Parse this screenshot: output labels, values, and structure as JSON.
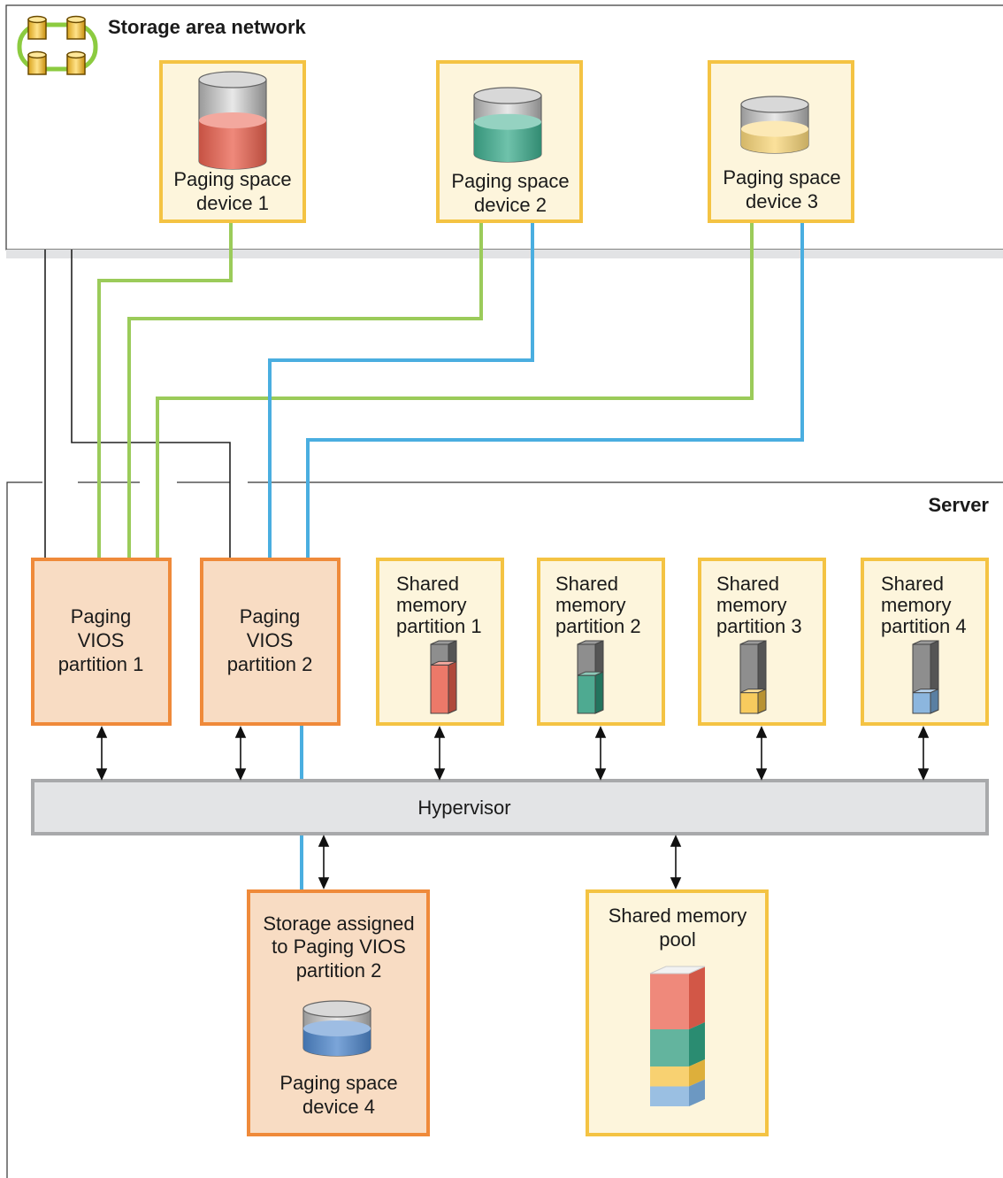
{
  "diagram": {
    "san": {
      "title": "Storage area network"
    },
    "server": {
      "title": "Server"
    },
    "paging_devices": [
      {
        "line1": "Paging space",
        "line2": "device 1",
        "fill_color": "#e9614f",
        "fill_level": 0.5
      },
      {
        "line1": "Paging space",
        "line2": "device 2",
        "fill_color": "#3fae8f",
        "fill_level": 0.55
      },
      {
        "line1": "Paging space",
        "line2": "device 3",
        "fill_color": "#f9d77a",
        "fill_level": 0.4
      }
    ],
    "vios": [
      {
        "line1": "Paging",
        "line2": "VIOS",
        "line3": "partition 1"
      },
      {
        "line1": "Paging",
        "line2": "VIOS",
        "line3": "partition 2"
      }
    ],
    "shared_partitions": [
      {
        "line1": "Shared",
        "line2": "memory",
        "line3": "partition 1",
        "fill_color": "#e9614f",
        "fill_level": 0.7
      },
      {
        "line1": "Shared",
        "line2": "memory",
        "line3": "partition 2",
        "fill_color": "#2f9b7d",
        "fill_level": 0.55
      },
      {
        "line1": "Shared",
        "line2": "memory",
        "line3": "partition 3",
        "fill_color": "#f5c242",
        "fill_level": 0.3
      },
      {
        "line1": "Shared",
        "line2": "memory",
        "line3": "partition 4",
        "fill_color": "#78a9d8",
        "fill_level": 0.3
      }
    ],
    "hypervisor": {
      "label": "Hypervisor"
    },
    "storage_vios2": {
      "line1": "Storage assigned",
      "line2": "to Paging VIOS",
      "line3": "partition 2",
      "device_line1": "Paging space",
      "device_line2": "device 4",
      "fill_color": "#4f87cc"
    },
    "pool": {
      "line1": "Shared memory",
      "line2": "pool",
      "segments": [
        {
          "color": "#e9614f",
          "share": 0.42
        },
        {
          "color": "#2f9b7d",
          "share": 0.28
        },
        {
          "color": "#f5c242",
          "share": 0.15
        },
        {
          "color": "#78a9d8",
          "share": 0.15
        }
      ]
    },
    "colors": {
      "green_link": "#9bcb5a",
      "blue_link": "#4aaee0",
      "yellow_box_fill": "#fdf5dc",
      "yellow_box_border": "#f4c343",
      "orange_box_fill": "#f8dcc3",
      "orange_box_border": "#ef8a3a",
      "hypervisor_fill": "#e3e4e6"
    }
  }
}
